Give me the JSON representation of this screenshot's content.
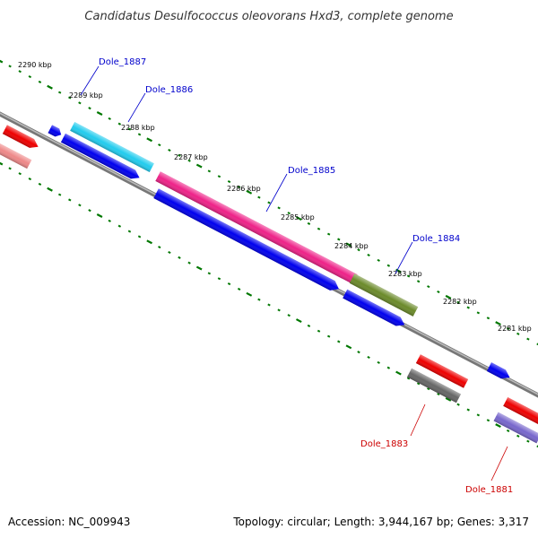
{
  "title": "Candidatus Desulfococcus oleovorans Hxd3, complete genome",
  "accession": "Accession: NC_009943",
  "summary": "Topology: circular; Length: 3,944,167 bp; Genes: 3,317",
  "kbp_labels": [
    "2290 kbp",
    "2289 kbp",
    "2288 kbp",
    "2287 kbp",
    "2286 kbp",
    "2285 kbp",
    "2284 kbp",
    "2283 kbp",
    "2282 kbp",
    "2281 kbp"
  ],
  "genes_top": [
    "Dole_1887",
    "Dole_1886",
    "Dole_1885",
    "Dole_1884"
  ],
  "genes_bottom": [
    "Dole_1883",
    "Dole_1881"
  ],
  "colors": {
    "backbone": "#808080",
    "ticks": "#007700",
    "label_top": "#0000cc",
    "label_bottom": "#cc0000",
    "cds_blue": "#0000ee",
    "cds_red": "#ee0000",
    "cds_pink_red": "#ee8888",
    "cds_cyan": "#22ccee",
    "cds_magenta": "#ee2288",
    "cds_olive": "#6b8a2a",
    "cds_gray": "#666666",
    "cds_lavender": "#7766cc"
  }
}
